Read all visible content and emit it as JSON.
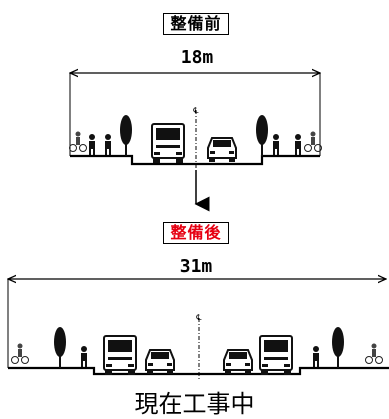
{
  "before": {
    "label": "整備前",
    "width": "18m"
  },
  "after": {
    "label": "整備後",
    "width": "31m"
  },
  "status": "現在工事中",
  "colors": {
    "after_label": "#e60012",
    "line": "#000000"
  }
}
